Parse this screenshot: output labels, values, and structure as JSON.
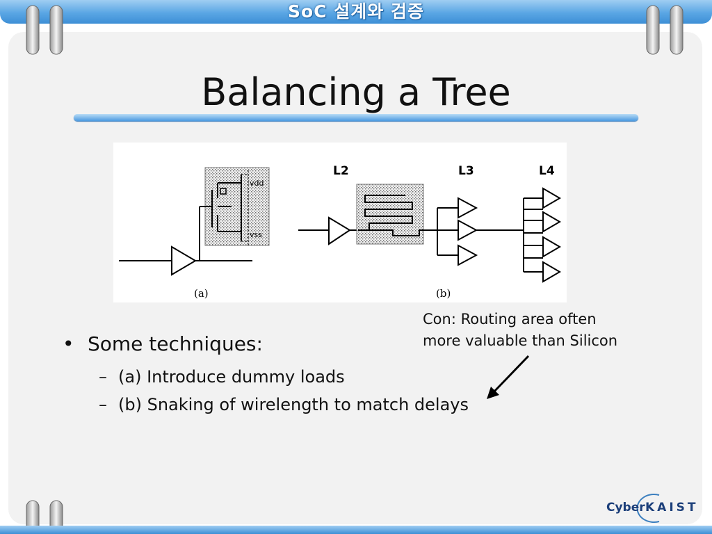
{
  "header": {
    "title": "SoC 설계와 검증"
  },
  "slide": {
    "title": "Balancing a Tree",
    "note": {
      "line1": "Con: Routing area often",
      "line2": "more valuable than Silicon"
    },
    "bullets": [
      {
        "text": "Some techniques:",
        "subitems": [
          "(a) Introduce dummy loads",
          "(b) Snaking of wirelength to match delays"
        ]
      }
    ]
  },
  "figure": {
    "caption_a": "(a)",
    "caption_b": "(b)",
    "level_labels": [
      "L2",
      "L3",
      "L4"
    ],
    "vdd_label": "vdd",
    "vss_label": "vss"
  },
  "logo": {
    "cyber": "Cyber",
    "kaist": "KAIST"
  },
  "colors": {
    "bar": "#4b9ae0",
    "panel": "#f2f2f2",
    "logo": "#1c3f7a"
  }
}
